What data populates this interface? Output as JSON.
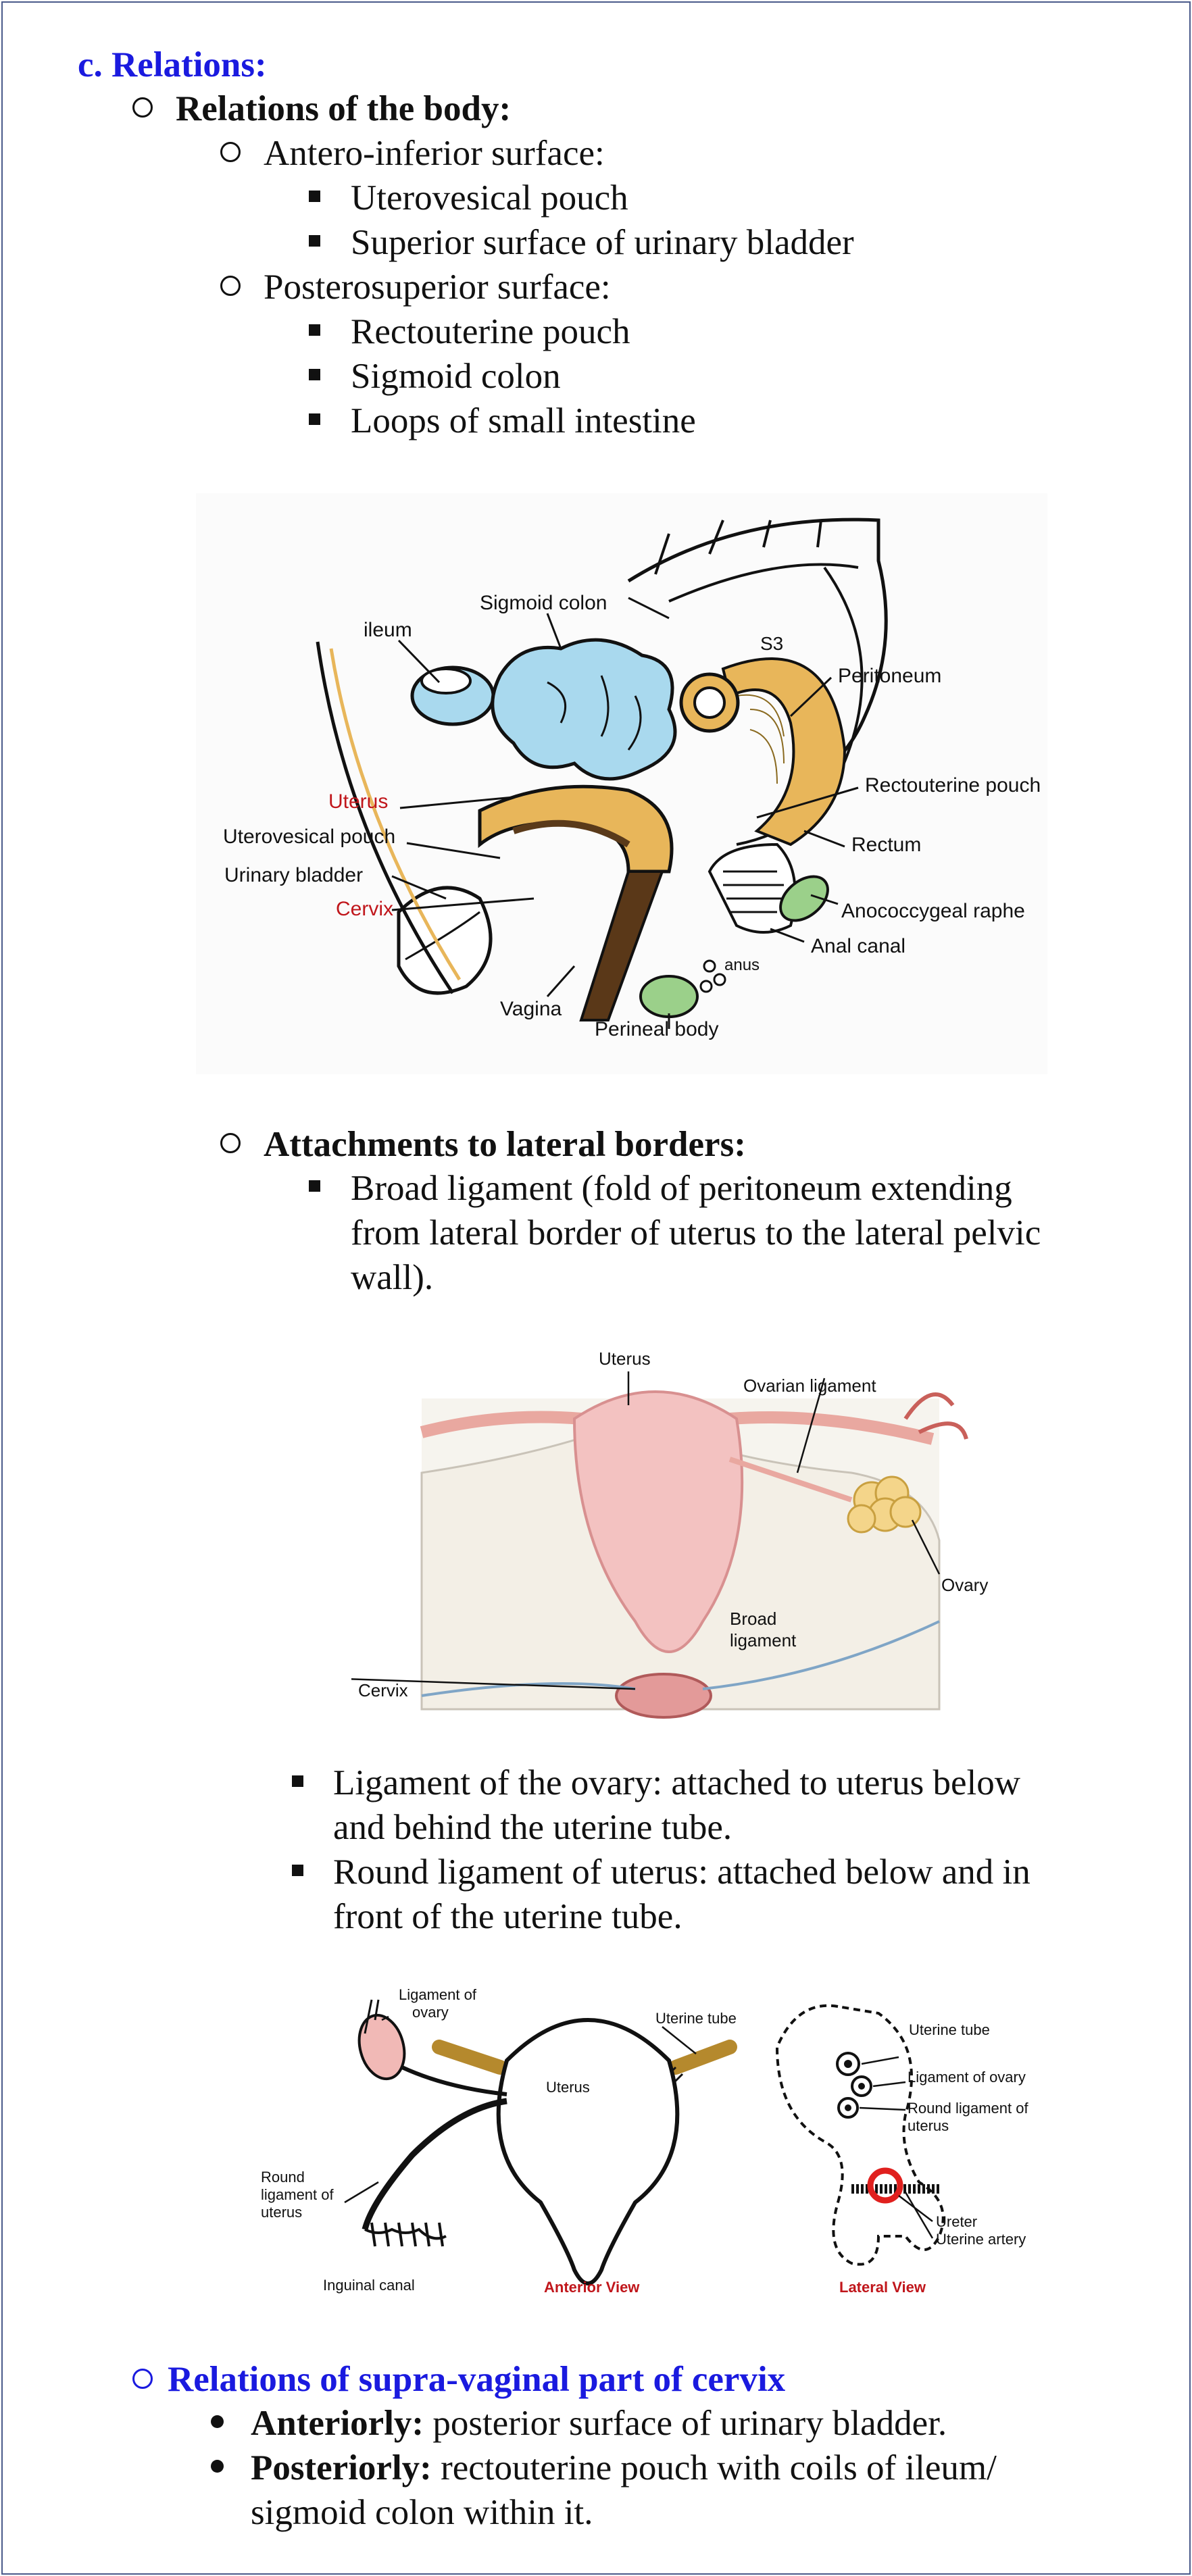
{
  "heading": "c. Relations:",
  "body_relations": {
    "title": "Relations of the body:",
    "antero_inferior": {
      "label": "Antero-inferior surface:",
      "items": [
        "Uterovesical pouch",
        "Superior surface of urinary bladder"
      ]
    },
    "postero_superior": {
      "label": "Posterosuperior surface:",
      "items": [
        "Rectouterine pouch",
        "Sigmoid colon",
        "Loops of small intestine"
      ]
    }
  },
  "figure1": {
    "labels": {
      "sigmoid_colon": "Sigmoid colon",
      "ileum": "ileum",
      "s3": "S3",
      "peritoneum": "Peritoneum",
      "uterus": "Uterus",
      "rectouterine_pouch": "Rectouterine pouch",
      "uterovesical_pouch": "Uterovesical pouch",
      "rectum": "Rectum",
      "urinary_bladder": "Urinary bladder",
      "anococcygeal_raphe": "Anococcygeal raphe",
      "cervix": "Cervix",
      "anus": "anus",
      "anal_canal": "Anal canal",
      "vagina": "Vagina",
      "perineal_body": "Perineal body"
    }
  },
  "attachments": {
    "title": "Attachments to lateral borders:",
    "broad_ligament_line1": "Broad ligament (fold of peritoneum extending",
    "broad_ligament_line2": "from lateral border of uterus to the lateral pelvic",
    "broad_ligament_line3": "wall)."
  },
  "figure2": {
    "labels": {
      "uterus": "Uterus",
      "ovarian_ligament": "Ovarian ligament",
      "ovary": "Ovary",
      "broad_1": "Broad",
      "broad_2": "ligament",
      "cervix": "Cervix"
    }
  },
  "ligaments": {
    "ovary_line1": "Ligament of the ovary: attached to uterus below",
    "ovary_line2": "and behind the uterine tube.",
    "round_line1": "Round ligament of uterus: attached below and in",
    "round_line2": "front of the uterine tube."
  },
  "figure3": {
    "labels": {
      "lig_ovary_1": "Ligament of",
      "lig_ovary_2": "ovary",
      "uterine_tube": "Uterine tube",
      "uterus": "Uterus",
      "round_1": "Round",
      "round_2": "ligament of",
      "round_3": "uterus",
      "inguinal_canal": "Inguinal canal",
      "anterior_view": "Anterior View",
      "lat_uterine_tube": "Uterine tube",
      "lat_lig_ovary": "Ligament of ovary",
      "lat_round_1": "Round ligament of",
      "lat_round_2": "uterus",
      "ureter": "Ureter",
      "uterine_artery": "Uterine artery",
      "lateral_view": "Lateral View"
    }
  },
  "cervix": {
    "title": "Relations of supra-vaginal part of cervix",
    "anteriorly_label": "Anteriorly:",
    "anteriorly_text": " posterior surface of urinary bladder.",
    "posteriorly_label": "Posteriorly:",
    "posteriorly_text": " rectouterine pouch with coils of ileum/",
    "posteriorly_text2": "sigmoid colon within it."
  },
  "colors": {
    "heading_blue": "#1a1adf",
    "label_red": "#c0161b",
    "organ_blue": "#a9d9ee",
    "organ_orange": "#e8b65a",
    "green": "#9bd08a",
    "pink": "#f1b9b6"
  }
}
